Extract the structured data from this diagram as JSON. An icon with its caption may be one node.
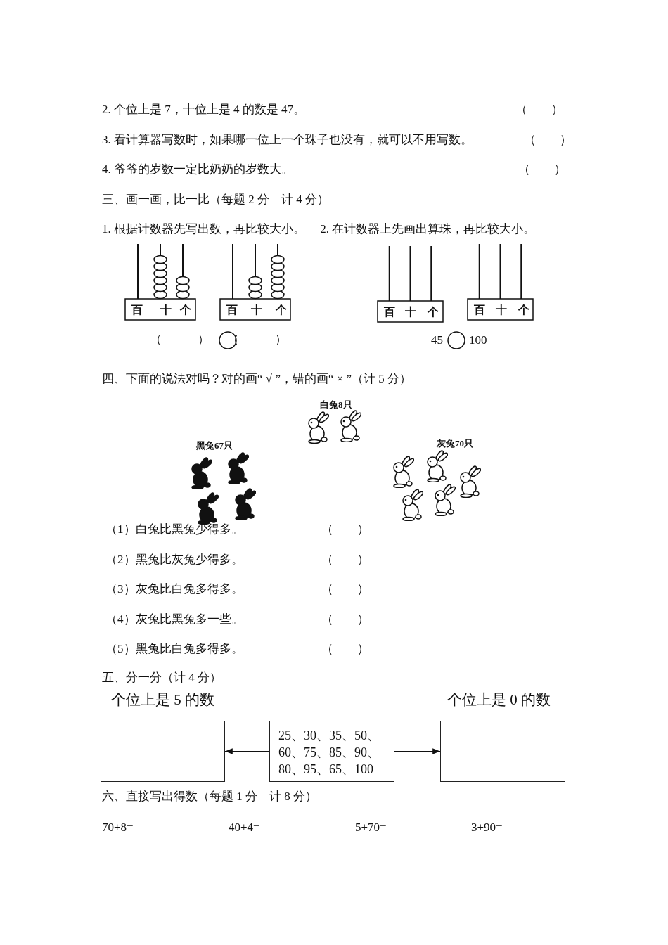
{
  "diagram": {
    "nodes": [
      {
        "text": [
          "个位上是 5 的数"
        ]
      },
      {
        "text": [
          "25、30、35、50、60、75、85、90、80、95、65、100"
        ]
      },
      {
        "text": [
          "个位上是 0 的数"
        ]
      }
    ],
    "edges": [
      {
        "from": 1,
        "to": 0,
        "arrow": "to"
      },
      {
        "from": 1,
        "to": 2,
        "arrow": "to"
      }
    ],
    "labels": [
      "2. 个位上是 7，十位上是 4 的数是 47。",
      "（　　）",
      "3. 看计算器写数时，如果哪一位上一个珠子也没有，就可以不用写数。",
      "（　　）",
      "4. 爷爷的岁数一定比奶奶的岁数大。",
      "（　　）",
      "三、画一画，比一比（每题 2 分　计 4 分）",
      "1. 根据计数器先写出数，再比较大小。　 2. 在计数器上先画出算珠，再比较大小。",
      "百",
      "十",
      "个",
      "百",
      "十",
      "个",
      "百",
      "十",
      "个",
      "百",
      "十",
      "个",
      "（　　　）",
      "（　　　）",
      "45",
      "100",
      "四、下面的说法对吗？对的画“ √ ”，错的画“ × ”（计 5 分）",
      "白兔8只",
      "黑兔67只",
      "灰兔70只",
      "（1）白兔比黑兔少得多。",
      "（　　）",
      "（2）黑兔比灰兔少得多。",
      "（　　）",
      "（3）灰兔比白兔多得多。",
      "（　　）",
      "（4）灰兔比黑兔多一些。",
      "（　　）",
      "（5）黑兔比白兔多得多。",
      "（　　）",
      "五、分一分（计 4 分）",
      "六、直接写出得数（每题 1 分　计 8 分）",
      "70+8=",
      "40+4=",
      "5+70=",
      "3+90="
    ]
  }
}
